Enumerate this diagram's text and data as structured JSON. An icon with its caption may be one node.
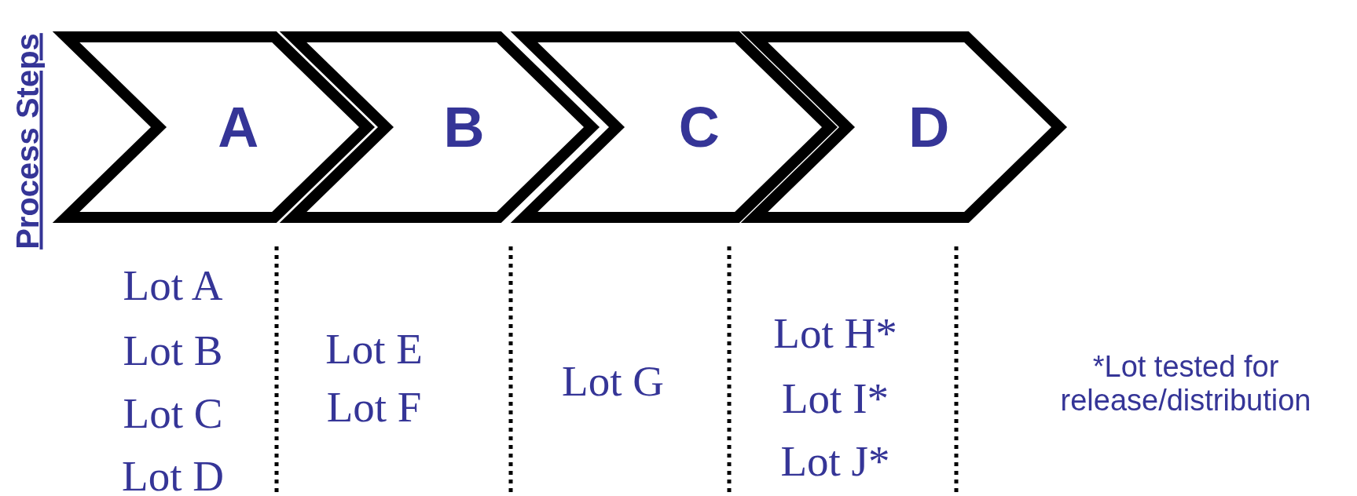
{
  "diagram": {
    "nodes": [
      {
        "text": [
          "A"
        ]
      },
      {
        "text": [
          "B"
        ]
      },
      {
        "text": [
          "C"
        ]
      },
      {
        "text": [
          "D"
        ]
      }
    ],
    "labels": [
      "Process Steps",
      "Lot A",
      "Lot B",
      "Lot C",
      "Lot D",
      "Lot E",
      "Lot F",
      "Lot G",
      "Lot H*",
      "Lot I*",
      "Lot J*",
      "*Lot tested for release/distribution"
    ]
  }
}
